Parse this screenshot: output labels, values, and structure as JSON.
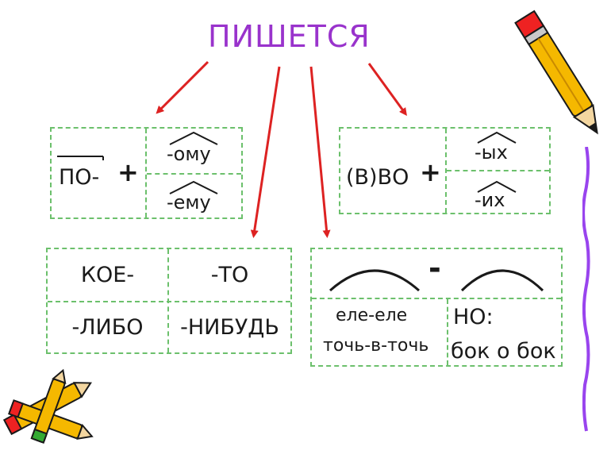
{
  "title": "ПИШЕТСЯ",
  "colors": {
    "title": "#9933cc",
    "arrow": "#dd2222",
    "border": "#6cc06c"
  },
  "box1": {
    "prefix": "ПО-",
    "plus": "+",
    "suffix_1": "-ому",
    "suffix_2": "-ему"
  },
  "box2": {
    "prefix": "(В)ВО",
    "plus": "+",
    "suffix_1": "-ых",
    "suffix_2": "-их"
  },
  "box3": {
    "cells": [
      "КОЕ-",
      "-ТО",
      "-ЛИБО",
      "-НИБУДЬ"
    ]
  },
  "box4": {
    "dash": "-",
    "examples": [
      "еле-еле",
      "точь-в-точь"
    ],
    "but_label": "НО:",
    "exception": "бок о бок"
  },
  "icons": [
    "pencil-icon",
    "pencils-icon"
  ]
}
